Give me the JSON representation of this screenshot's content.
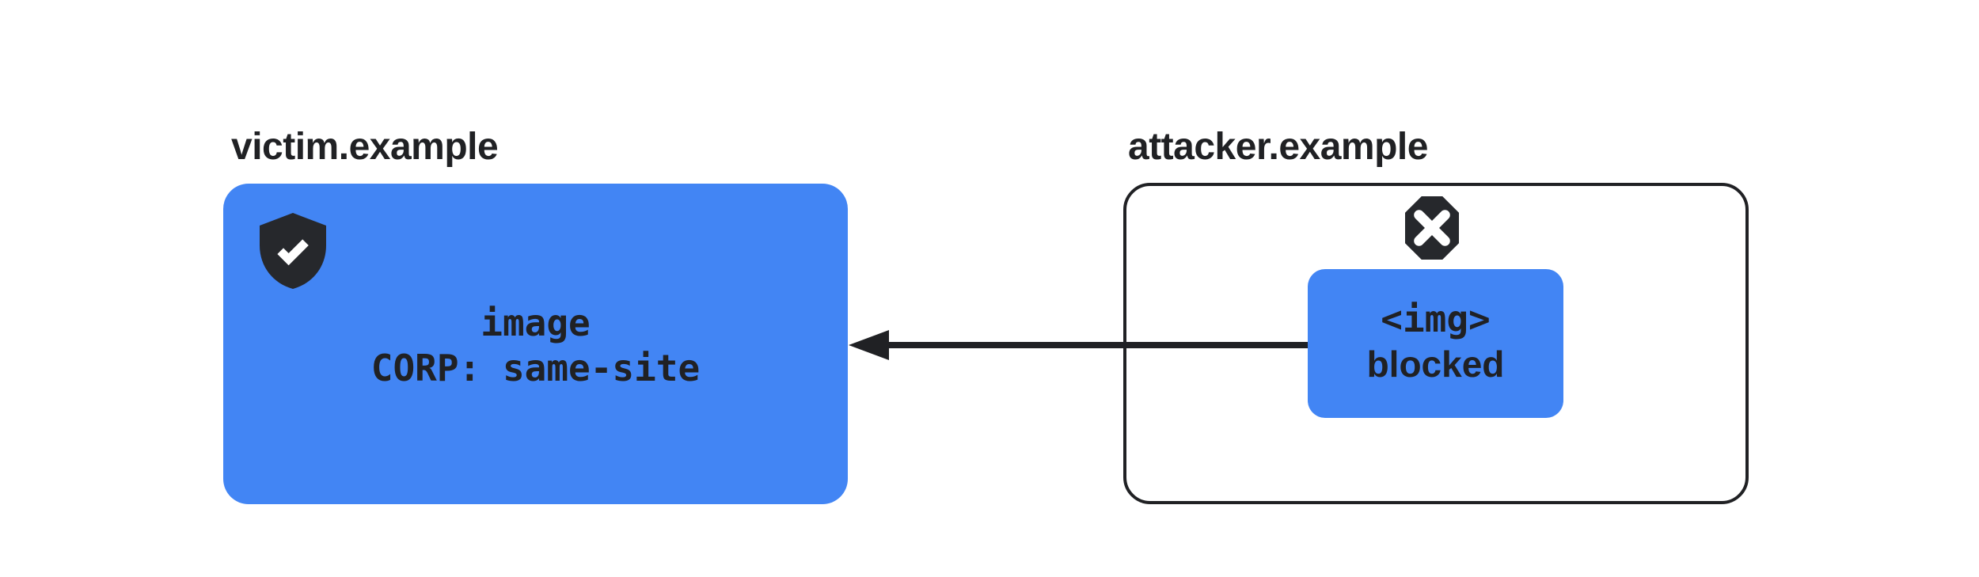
{
  "colors": {
    "blue": "#4285F4",
    "dark": "#202124",
    "bg": "#ffffff"
  },
  "victim": {
    "domain_label": "victim.example",
    "resource_line1": "image",
    "resource_line2": "CORP: same-site",
    "icon": "shield-check-icon"
  },
  "attacker": {
    "domain_label": "attacker.example",
    "request_line1": "<img>",
    "request_line2": "blocked",
    "icon": "blocked-octagon-icon"
  },
  "arrow": {
    "direction": "right-to-left",
    "meaning": "cross-origin request from attacker.example to victim.example image"
  }
}
